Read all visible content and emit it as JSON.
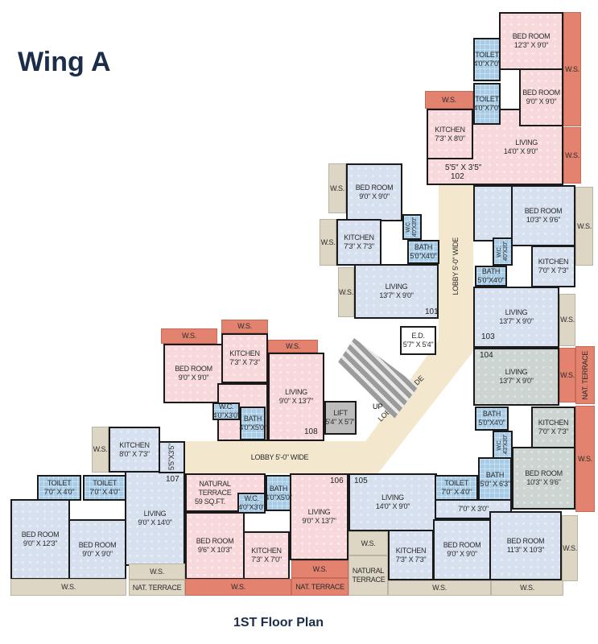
{
  "title": "Wing A",
  "footer": "1ST Floor Plan",
  "ws": "W.S.",
  "nat_terrace": "NAT. TERRACE",
  "lobby_vertical": "LOBBY 5'-0\" WIDE",
  "lobby_diagonal": "LOBBY 5'-0\" WIDE",
  "lobby_horizontal": "LOBBY 5'-0\" WIDE",
  "up": "UP",
  "lift": {
    "name": "LIFT",
    "dim": "5'4\" X 5'7\""
  },
  "ed": {
    "name": "E.D.",
    "dim": "5'7\" X 5'4\""
  },
  "units": {
    "u101": {
      "no": "101",
      "bed": {
        "name": "BED ROOM",
        "dim": "9'0\" X 9'0\""
      },
      "kitchen": {
        "name": "KITCHEN",
        "dim": "7'3\" X 7'3\""
      },
      "wc": {
        "name": "W.C.",
        "dim": "4'0\"X3'0\""
      },
      "bath": {
        "name": "BATH",
        "dim": "5'0\"X4'0\""
      },
      "living": {
        "name": "LIVING",
        "dim": "13'7\" X 9'0\""
      }
    },
    "u102": {
      "no": "102",
      "passage": "5'5\" X 3'5\"",
      "bed1": {
        "name": "BED ROOM",
        "dim": "12'3\" X 9'0\""
      },
      "bed2": {
        "name": "BED ROOM",
        "dim": "9'0\" X 9'0\""
      },
      "toilet1": {
        "name": "TOILET",
        "dim": "4'0\"X7'0\""
      },
      "toilet2": {
        "name": "TOILET",
        "dim": "4'0\"X7'0\""
      },
      "kitchen": {
        "name": "KITCHEN",
        "dim": "7'3\" X 8'0\""
      },
      "living": {
        "name": "LIVING",
        "dim": "14'0\" X 9'0\""
      }
    },
    "u103": {
      "no": "103",
      "bed": {
        "name": "BED ROOM",
        "dim": "10'3\" X 9'6\""
      },
      "wc": {
        "name": "W.C.",
        "dim": "4'0\"X3'0\""
      },
      "bath": {
        "name": "BATH",
        "dim": "5'0\"X4'0\""
      },
      "kitchen": {
        "name": "KITCHEN",
        "dim": "7'0\" X 7'3\""
      },
      "living": {
        "name": "LIVING",
        "dim": "13'7\" X 9'0\""
      }
    },
    "u104": {
      "no": "104",
      "living": {
        "name": "LIVING",
        "dim": "13'7\" X 9'0\""
      },
      "bath1": {
        "name": "BATH",
        "dim": "5'0\"X4'0\""
      },
      "wc": {
        "name": "W.C.",
        "dim": "4'3\"X3'0\""
      },
      "kitchen": {
        "name": "KITCHEN",
        "dim": "7'0\" X 7'3\""
      },
      "bath2": {
        "name": "BATH",
        "dim": "5'0\" X 6'3\""
      },
      "bed": {
        "name": "BED ROOM",
        "dim": "10'3\" X 9'6\""
      }
    },
    "u105": {
      "no": "105",
      "passage": "7'0\" X 3'0\"",
      "natural_terrace": "NATURAL TERRACE",
      "living": {
        "name": "LIVING",
        "dim": "14'0\" X 9'0\""
      },
      "toilet": {
        "name": "TOILET",
        "dim": "7'0\" X 4'0\""
      },
      "kitchen": {
        "name": "KITCHEN",
        "dim": "7'3\" X 7'3\""
      },
      "bed1": {
        "name": "BED ROOM",
        "dim": "9'0\" X 9'0\""
      },
      "bed2": {
        "name": "BED ROOM",
        "dim": "11'3\" X 10'3\""
      }
    },
    "u106": {
      "no": "106",
      "terrace": {
        "name": "NATURAL TERRACE",
        "dim": "59 SQ.FT."
      },
      "wc": {
        "name": "W.C.",
        "dim": "4'0\"X3'0\""
      },
      "bath": {
        "name": "BATH",
        "dim": "4'0\"X5'0\""
      },
      "living": {
        "name": "LIVING",
        "dim": "9'0\" X 13'7\""
      },
      "bed": {
        "name": "BED ROOM",
        "dim": "9'6\" X 10'3\""
      },
      "kitchen": {
        "name": "KITCHEN",
        "dim": "7'3\" X 7'0\""
      }
    },
    "u107": {
      "no": "107",
      "passage": "5'5\"X3'5\"",
      "kitchen": {
        "name": "KITCHEN",
        "dim": "8'0\" X 7'3\""
      },
      "toilet1": {
        "name": "TOILET",
        "dim": "7'0\" X 4'0\""
      },
      "toilet2": {
        "name": "TOILET",
        "dim": "7'0\" X 4'0\""
      },
      "bed1": {
        "name": "BED ROOM",
        "dim": "9'0\" X 12'3\""
      },
      "bed2": {
        "name": "BED ROOM",
        "dim": "9'0\" X 9'0\""
      },
      "living": {
        "name": "LIVING",
        "dim": "9'0\" X 14'0\""
      }
    },
    "u108": {
      "no": "108",
      "bed": {
        "name": "BED ROOM",
        "dim": "9'0\" X 9'0\""
      },
      "kitchen": {
        "name": "KITCHEN",
        "dim": "7'3\" X 7'3\""
      },
      "living": {
        "name": "LIVING",
        "dim": "9'0\" X 13'7\""
      },
      "wc": {
        "name": "W.C.",
        "dim": "4'0\"X3'0\""
      },
      "bath": {
        "name": "BATH",
        "dim": "4'0\"X5'0\""
      }
    }
  },
  "colors": {
    "title": "#1b2d48",
    "pink_flat": "#f7d9dc",
    "blue_flat": "#d7e0ee",
    "green_flat": "#ccd5d2",
    "sanitary": "#a8cce6",
    "ws_salmon": "#e3826f",
    "ws_beige": "#ddd6c5",
    "lobby": "#f3e7cd"
  }
}
